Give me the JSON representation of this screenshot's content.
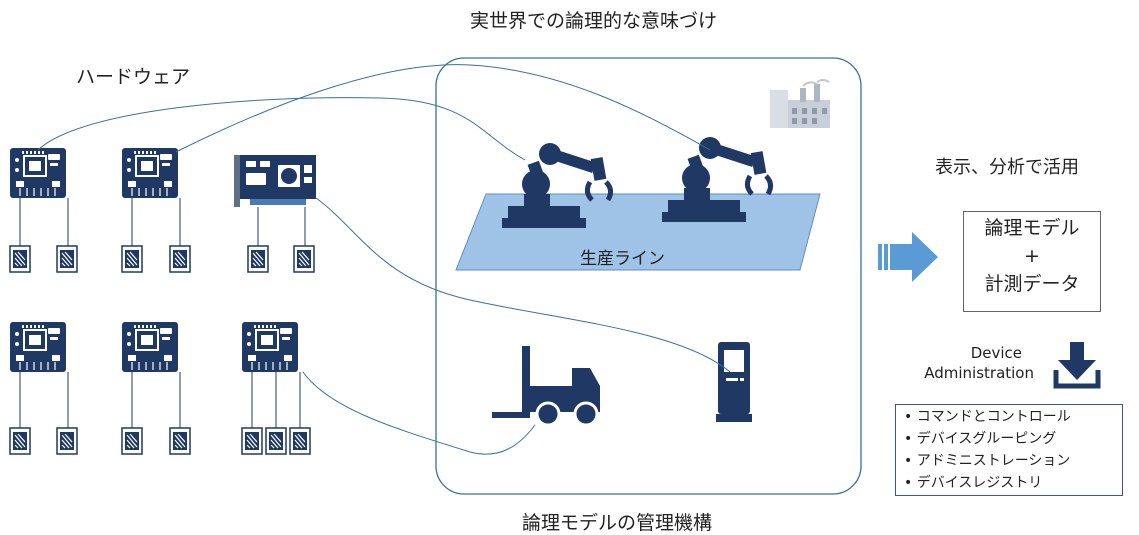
{
  "labels": {
    "top_title": "実世界での論理的な意味づけ",
    "hardware": "ハードウェア",
    "bottom_title": "論理モデルの管理機構",
    "right_title": "表示、分析で活用",
    "production_line": "生産ライン"
  },
  "model_box": {
    "line1": "論理モデル",
    "line2": "+",
    "line3": "計測データ"
  },
  "device_admin": {
    "line1": "Device",
    "line2": "Administration"
  },
  "features": [
    "• コマンドとコントロール",
    "• デバイスグルーピング",
    "• アドミニストレーション",
    "• デバイスレジストリ"
  ],
  "icons": [
    "factory-icon",
    "robot-arm-icon",
    "forklift-icon",
    "kiosk-icon",
    "download-icon",
    "arrow-right-icon",
    "circuit-board-icon",
    "sensor-chip-icon"
  ],
  "colors": {
    "navy": "#1f3864",
    "line_blue": "#3a6ea5",
    "platform": "#9fc3e7",
    "arrow": "#5b9bd5",
    "feature_border": "#3b4fbf"
  }
}
